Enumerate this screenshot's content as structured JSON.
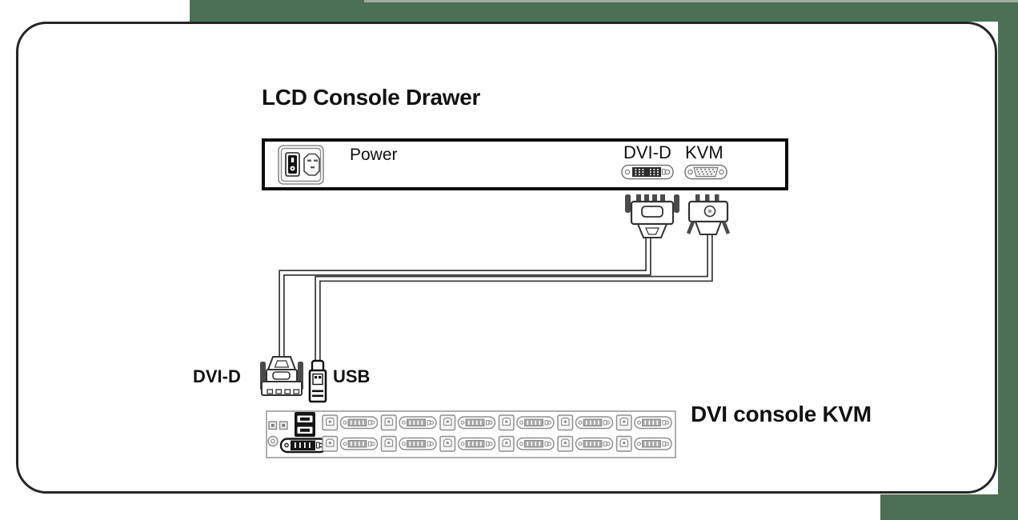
{
  "colors": {
    "page_margin_green": "#4c7053",
    "frame_border": "#262626",
    "line_art": "#333333",
    "port_gray": "#909090",
    "console_port_black": "#161616"
  },
  "diagram": {
    "title": "LCD Console Drawer",
    "drawer": {
      "power_label": "Power",
      "dvi_port_label": "DVI-D",
      "kvm_port_label": "KVM"
    },
    "console_cables": {
      "dvi_plug_label": "DVI-D",
      "usb_plug_label": "USB"
    },
    "kvm_switch": {
      "label": "DVI console KVM",
      "rows": 2,
      "ports_per_row": 6
    }
  }
}
